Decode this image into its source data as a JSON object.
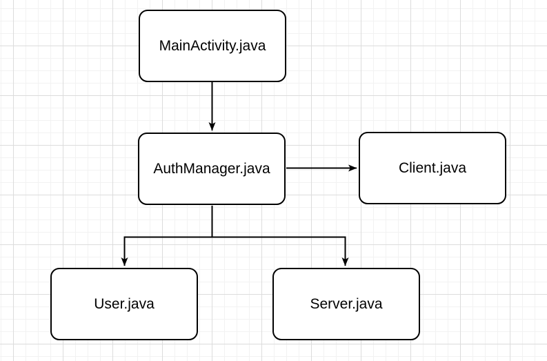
{
  "canvas": {
    "background_color": "#ffffff",
    "grid_minor_color": "#f2f2f2",
    "grid_major_color": "#dcdcdc"
  },
  "style": {
    "node_fill": "#ffffff",
    "node_border_color": "#000000",
    "edge_color": "#000000",
    "text_color": "#000000"
  },
  "diagram": {
    "nodes": [
      {
        "id": "mainactivity",
        "label": "MainActivity.java"
      },
      {
        "id": "authmanager",
        "label": "AuthManager.java"
      },
      {
        "id": "client",
        "label": "Client.java"
      },
      {
        "id": "user",
        "label": "User.java"
      },
      {
        "id": "server",
        "label": "Server.java"
      }
    ],
    "edges": [
      {
        "from": "MainActivity.java",
        "to": "AuthManager.java",
        "direction": "down"
      },
      {
        "from": "AuthManager.java",
        "to": "Client.java",
        "direction": "right"
      },
      {
        "from": "AuthManager.java",
        "to": "User.java",
        "direction": "down-left"
      },
      {
        "from": "AuthManager.java",
        "to": "Server.java",
        "direction": "down-right"
      }
    ]
  }
}
